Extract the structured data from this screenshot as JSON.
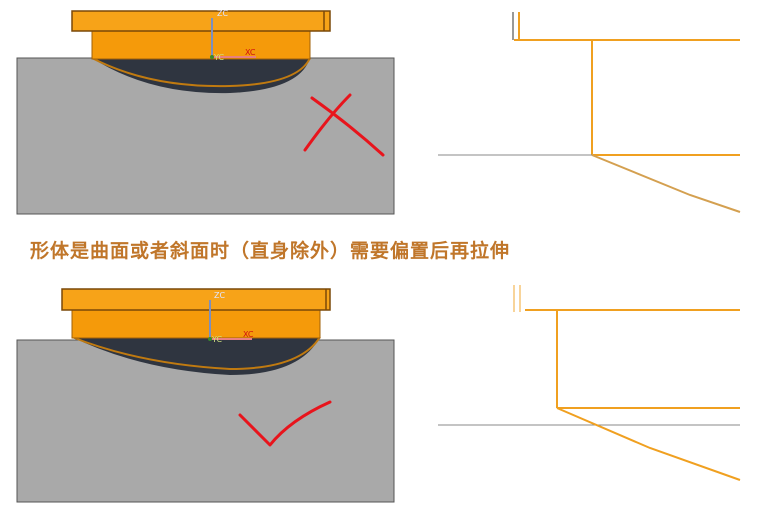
{
  "caption": "形体是曲面或者斜面时（直身除外）需要偏置后再拉伸",
  "axes": {
    "z_label": "ZC",
    "x_label": "XC",
    "y_label": "YC"
  },
  "marks": {
    "wrong": "cross-mark",
    "right": "check-mark"
  },
  "colors": {
    "block": "#a9a9a9",
    "part_orange": "#f59a0a",
    "part_dark": "#2f3540",
    "profile_line": "#f0a020",
    "mark_red": "#e8141c",
    "caption_text": "#c0762a"
  }
}
